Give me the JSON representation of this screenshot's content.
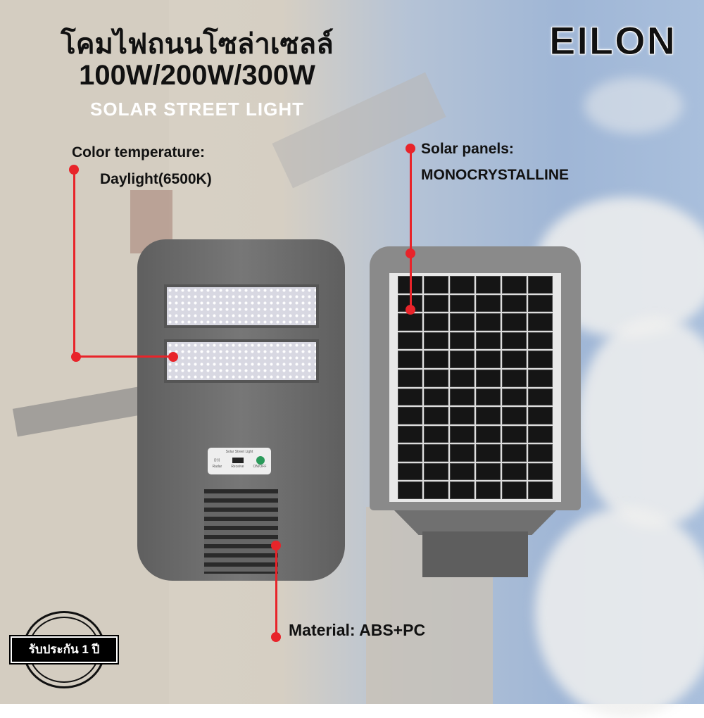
{
  "title": {
    "thai": "โคมไฟถนนโซล่าเซลล์",
    "wattage": "100W/200W/300W",
    "english": "SOLAR STREET LIGHT"
  },
  "logo": {
    "text": "EILON",
    "accent": "#f5c800"
  },
  "callouts": {
    "color_temp_label": "Color temperature:",
    "color_temp_value": "Daylight(6500K)",
    "solar_label": "Solar panels:",
    "solar_value": "MONOCRYSTALLINE",
    "material": "Material: ABS+PC"
  },
  "control_panel": {
    "title": "Solar Street Light",
    "radar": "Radar",
    "receive": "Receive",
    "onoff": "ON/OFF"
  },
  "warranty": "รับประกัน 1 ปี",
  "colors": {
    "accent": "#e8242a",
    "body": "#6b6b6b"
  }
}
